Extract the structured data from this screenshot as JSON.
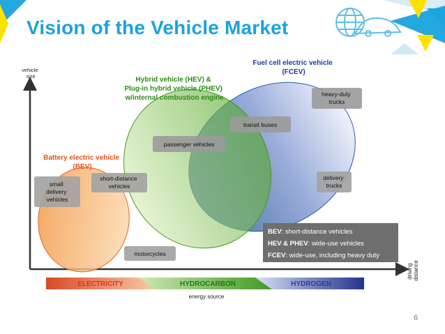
{
  "slide": {
    "title": "Vision of the Vehicle Market",
    "page_number": "6"
  },
  "axes": {
    "y_label": [
      "vehicle",
      "size"
    ],
    "x_label": [
      "driving",
      "distance"
    ],
    "energy_label": "energy source"
  },
  "groups": {
    "bev": [
      "Battery electric vehicle",
      "(BEV)"
    ],
    "hev": [
      "Hybrid vehicle (HEV) &",
      "Plug-in hybrid vehicle (PHEV)",
      "w/internal combustion engine"
    ],
    "fcev": [
      "Fuel cell electric vehicle",
      "(FCEV)"
    ]
  },
  "vehicles": {
    "heavy": [
      "heavy-duty",
      "trucks"
    ],
    "transit": [
      "transit buses"
    ],
    "passenger": [
      "passenger vehicles"
    ],
    "short": [
      "short-distance",
      "vehicles"
    ],
    "small": [
      "small",
      "delivery",
      "vehicles"
    ],
    "delivery": [
      "delivery",
      "trucks"
    ],
    "moto": [
      "motorcycles"
    ]
  },
  "legend": [
    {
      "key": "BEV",
      "text": ": short-distance vehicles"
    },
    {
      "key": "HEV & PHEV",
      "text": ": wide-use vehicles"
    },
    {
      "key": "FCEV",
      "text": ": wide-use, including heavy duty"
    }
  ],
  "energy": [
    "ELECTRICITY",
    "HYDROCARBON",
    "HYDROGEN"
  ],
  "colors": {
    "title": "#1aa3dc",
    "bev_label": "#e2521d",
    "hev_label": "#2e8b1a",
    "fcev_label": "#1d3d9a",
    "electricity_text": "#d93a1a",
    "hydrocarbon_text": "#1f7a10",
    "hydrogen_text": "#2b3f9a"
  }
}
